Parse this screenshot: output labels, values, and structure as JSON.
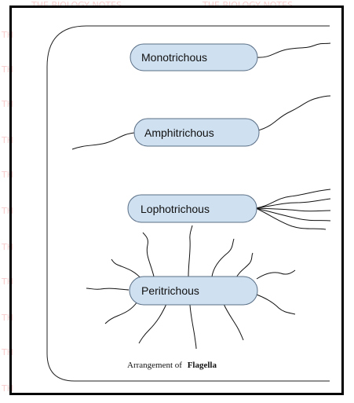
{
  "diagram": {
    "cells": [
      {
        "id": "mono",
        "label": "Monotrichous"
      },
      {
        "id": "amphi",
        "label": "Amphitrichous"
      },
      {
        "id": "lopho",
        "label": "Lophotrichous"
      },
      {
        "id": "peri",
        "label": "Peritrichous"
      }
    ],
    "caption_prefix": "Arrangement of",
    "caption_bold": "Flagella"
  },
  "watermark": {
    "mark": "TH",
    "top_text": "THE BIOLOGY NOTES"
  },
  "colors": {
    "cell_fill": "#cfe0f0",
    "cell_stroke": "#5a6f86",
    "flagella": "#111111",
    "frame": "#000000",
    "watermark": "#f3a5a5"
  }
}
